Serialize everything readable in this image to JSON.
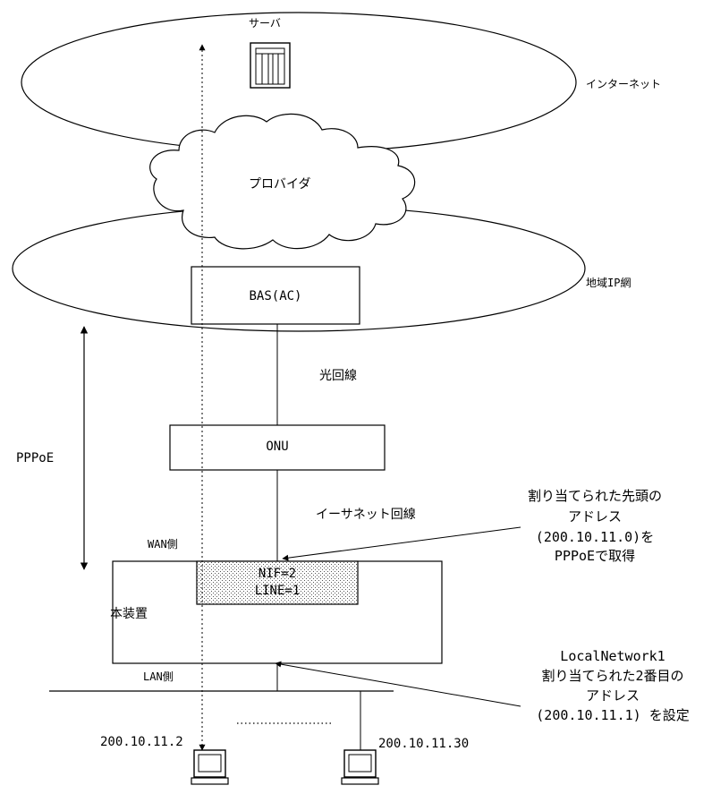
{
  "labels": {
    "server": "サーバ",
    "internet": "インターネット",
    "provider": "プロバイダ",
    "regional_ip": "地域IP網",
    "bas": "BAS(AC)",
    "fiber_line": "光回線",
    "onu": "ONU",
    "pppoe": "PPPoE",
    "ethernet_line": "イーサネット回線",
    "wan_side": "WAN側",
    "nif": "NIF=2",
    "line": "LINE=1",
    "device": "本装置",
    "lan_side": "LAN側",
    "host1_ip": "200.10.11.2",
    "host2_ip": "200.10.11.30"
  },
  "note_wan": [
    "割り当てられた先頭の",
    "アドレス",
    "(200.10.11.0)を",
    "PPPoEで取得"
  ],
  "note_lan": [
    "LocalNetwork1",
    "割り当てられた2番目の",
    "アドレス",
    "(200.10.11.1) を設定"
  ],
  "colors": {
    "stroke": "#000000",
    "interface_fill": "#e6e6e6"
  }
}
